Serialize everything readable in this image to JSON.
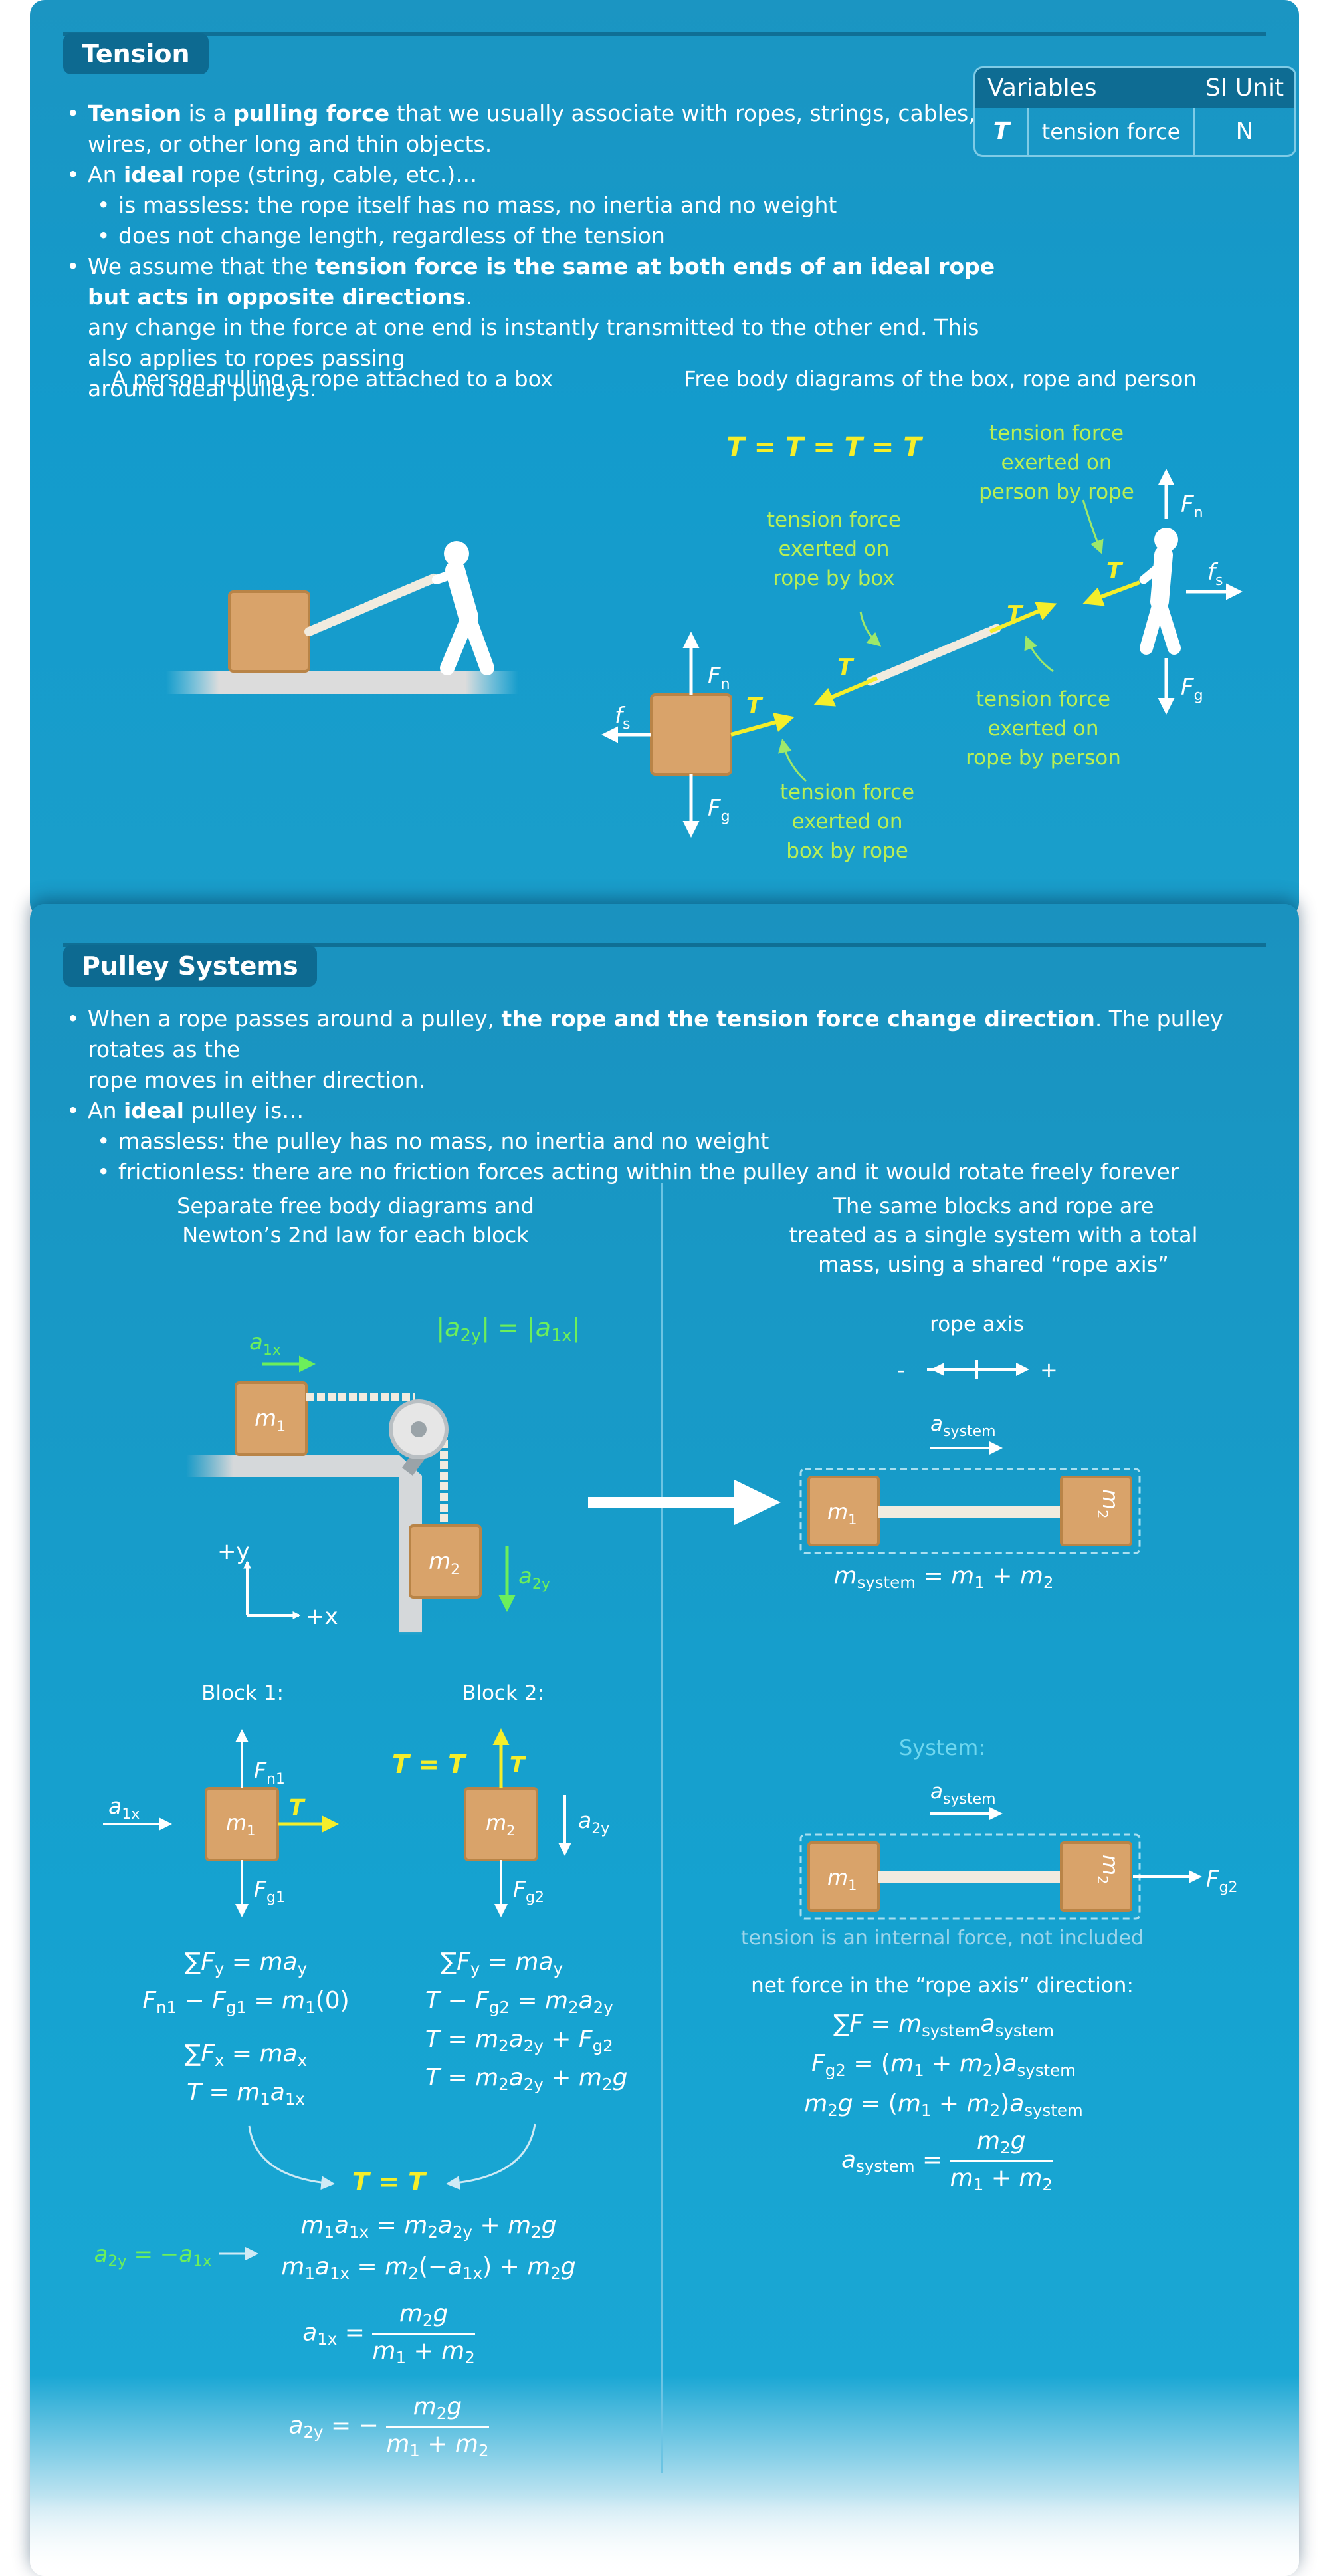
{
  "tension": {
    "title": "Tension",
    "bullets": [
      {
        "parts": [
          {
            "t": "Tension",
            "b": true
          },
          {
            "t": " is a "
          },
          {
            "t": "pulling force",
            "b": true
          },
          {
            "t": " that we usually associate with ropes, strings, cables,"
          }
        ]
      },
      {
        "cont": "wires, or other long and thin objects."
      },
      {
        "parts": [
          {
            "t": "An "
          },
          {
            "t": "ideal",
            "b": true
          },
          {
            "t": " rope (string, cable, etc.)…"
          }
        ]
      },
      {
        "sub": "is massless: the rope itself has no mass, no inertia and no weight"
      },
      {
        "sub": "does not change length, regardless of the tension"
      },
      {
        "parts": [
          {
            "t": "We assume that the "
          },
          {
            "t": "tension force is the same at both ends of an ideal rope but acts in opposite directions",
            "b": true
          },
          {
            "t": "."
          }
        ]
      },
      {
        "cont": "any change in the force at one end is instantly transmitted to the other end. This also applies to ropes passing"
      },
      {
        "cont": "around ideal pulleys."
      }
    ],
    "variables_table": {
      "header_left": "Variables",
      "header_right": "SI Unit",
      "symbol": "T",
      "name": "tension force",
      "unit": "N"
    },
    "caption_left": "A person pulling a rope attached to a box",
    "caption_right": "Free body diagrams of the box, rope and person",
    "equality": "T = T = T = T",
    "labels": {
      "on_rope_by_box": [
        "tension force",
        "exerted on",
        "rope by box"
      ],
      "on_person_by_rope": [
        "tension force",
        "exerted on",
        "person by rope"
      ],
      "on_rope_by_person": [
        "tension force",
        "exerted on",
        "rope by person"
      ],
      "on_box_by_rope": [
        "tension force",
        "exerted on",
        "box by rope"
      ]
    }
  },
  "pulley": {
    "title": "Pulley Systems",
    "bullets": [
      {
        "parts": [
          {
            "t": "When a rope passes around a pulley, "
          },
          {
            "t": "the rope and the tension force change direction",
            "b": true
          },
          {
            "t": ". The pulley rotates as the"
          }
        ]
      },
      {
        "cont": "rope moves in either direction."
      },
      {
        "parts": [
          {
            "t": "An "
          },
          {
            "t": "ideal",
            "b": true
          },
          {
            "t": " pulley is…"
          }
        ]
      },
      {
        "sub": "massless: the pulley has no mass, no inertia and no weight"
      },
      {
        "sub": "frictionless: there are no friction forces acting within the pulley and it would rotate freely forever"
      }
    ],
    "left_caption": [
      "Separate free body diagrams and",
      "Newton’s 2nd law for each block"
    ],
    "right_caption": [
      "The same blocks and rope are",
      "treated as a single system with a total",
      "mass, using a shared “rope axis”"
    ],
    "block1_label": "Block 1:",
    "block2_label": "Block 2:",
    "system_label": "System:",
    "rope_axis": "rope axis",
    "minus": "-",
    "plus": "+",
    "plus_y": "+y",
    "plus_x": "+x",
    "internal_note": "tension is an internal force, not included",
    "net_force_caption": "net force in the “rope axis” direction:"
  },
  "colors": {
    "card": "#1798c6",
    "tag": "#0d6a91",
    "yellow": "#f5ee2a",
    "green": "#6cef5b",
    "box": "#d9a36a",
    "label_green": "#b9ef54"
  }
}
